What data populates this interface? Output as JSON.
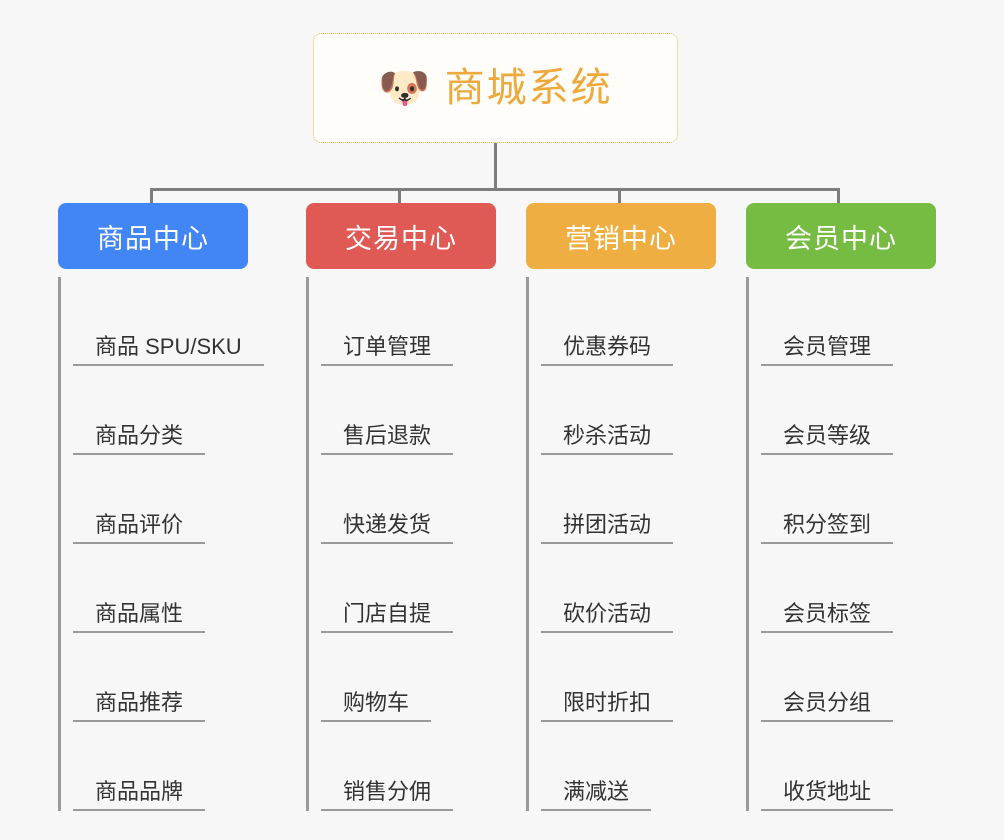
{
  "diagram": {
    "type": "mindmap",
    "background_color": "#f7f7f7",
    "connector_color": "#7d7d7d",
    "root": {
      "title": "商城系统",
      "icon": "shiba-dog-icon",
      "icon_glyph": "🐶",
      "text_color": "#eda93b",
      "border_color": "#f0b44a",
      "background_color": "#fffdf9"
    },
    "branches": [
      {
        "label": "商品中心",
        "color": "#4285f4",
        "items": [
          "商品 SPU/SKU",
          "商品分类",
          "商品评价",
          "商品属性",
          "商品推荐",
          "商品品牌"
        ]
      },
      {
        "label": "交易中心",
        "color": "#e05a55",
        "items": [
          "订单管理",
          "售后退款",
          "快递发货",
          "门店自提",
          "购物车",
          "销售分佣"
        ]
      },
      {
        "label": "营销中心",
        "color": "#efae41",
        "items": [
          "优惠券码",
          "秒杀活动",
          "拼团活动",
          "砍价活动",
          "限时折扣",
          "满减送"
        ]
      },
      {
        "label": "会员中心",
        "color": "#76bc43",
        "items": [
          "会员管理",
          "会员等级",
          "积分签到",
          "会员标签",
          "会员分组",
          "收货地址"
        ]
      }
    ]
  }
}
